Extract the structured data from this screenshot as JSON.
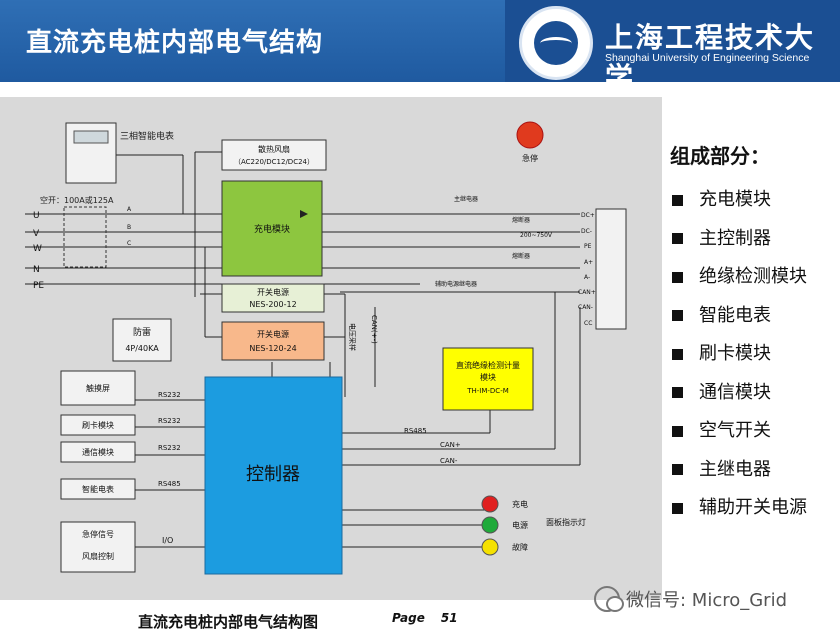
{
  "header": {
    "title": "直流充电桩内部电气结构",
    "university_cn": "上海工程技术大学",
    "university_en": "Shanghai University of Engineering Science"
  },
  "diagram": {
    "meter_label": "三相智能电表",
    "breaker_label": "空开：100A或125A",
    "phases": [
      "U",
      "V",
      "W",
      "N",
      "PE"
    ],
    "phase_taps": [
      "A",
      "B",
      "C"
    ],
    "lightning": [
      "防雷",
      "4P/40KA"
    ],
    "fan": [
      "散热风扇",
      "（AC220/DC12/DC24）"
    ],
    "charge_module": "充电模块",
    "psu1": [
      "开关电源",
      "NES-200-12"
    ],
    "psu2": [
      "开关电源",
      "NES-120-24"
    ],
    "estop": "急停",
    "main_contactor": "主继电器",
    "aux_contactor": "辅助电源继电器",
    "fuse1": "熔断器",
    "fuse2": "熔断器",
    "voltage_range": "200~750V",
    "terminals": [
      "DC+",
      "DC-",
      "PE",
      "A+",
      "A-",
      "CAN+",
      "CAN-",
      "CC"
    ],
    "insulation": [
      "直流绝缘检测计量",
      "模块",
      "TH-IM-DC-M"
    ],
    "controller": "控制器",
    "left_boxes": [
      {
        "label": "触摸屏",
        "bus": "RS232"
      },
      {
        "label": "刷卡模块",
        "bus": "RS232"
      },
      {
        "label": "通信模块",
        "bus": "RS232"
      },
      {
        "label": "智能电表",
        "bus": "RS485"
      }
    ],
    "signal_box": [
      "急停信号",
      "风扇控制"
    ],
    "io_label": "I/O",
    "rs485_label": "RS485",
    "can_plus": "CAN+",
    "can_minus": "CAN-",
    "can_vertical": "CAN(+-)",
    "voltage_sample": "电压采样",
    "lights": [
      {
        "label": "充电",
        "color": "#e02020"
      },
      {
        "label": "电源",
        "color": "#1faa3a"
      },
      {
        "label": "故障",
        "color": "#f5e100"
      }
    ],
    "panel_lights": "面板指示灯"
  },
  "components": {
    "title": "组成部分：",
    "items": [
      "充电模块",
      "主控制器",
      "绝缘检测模块",
      "智能电表",
      "刷卡模块",
      "通信模块",
      "空气开关",
      "主继电器",
      "辅助开关电源"
    ]
  },
  "caption": "直流充电桩内部电气结构图",
  "page_label": "Page",
  "page_number": "51",
  "watermark": "微信号: Micro_Grid"
}
